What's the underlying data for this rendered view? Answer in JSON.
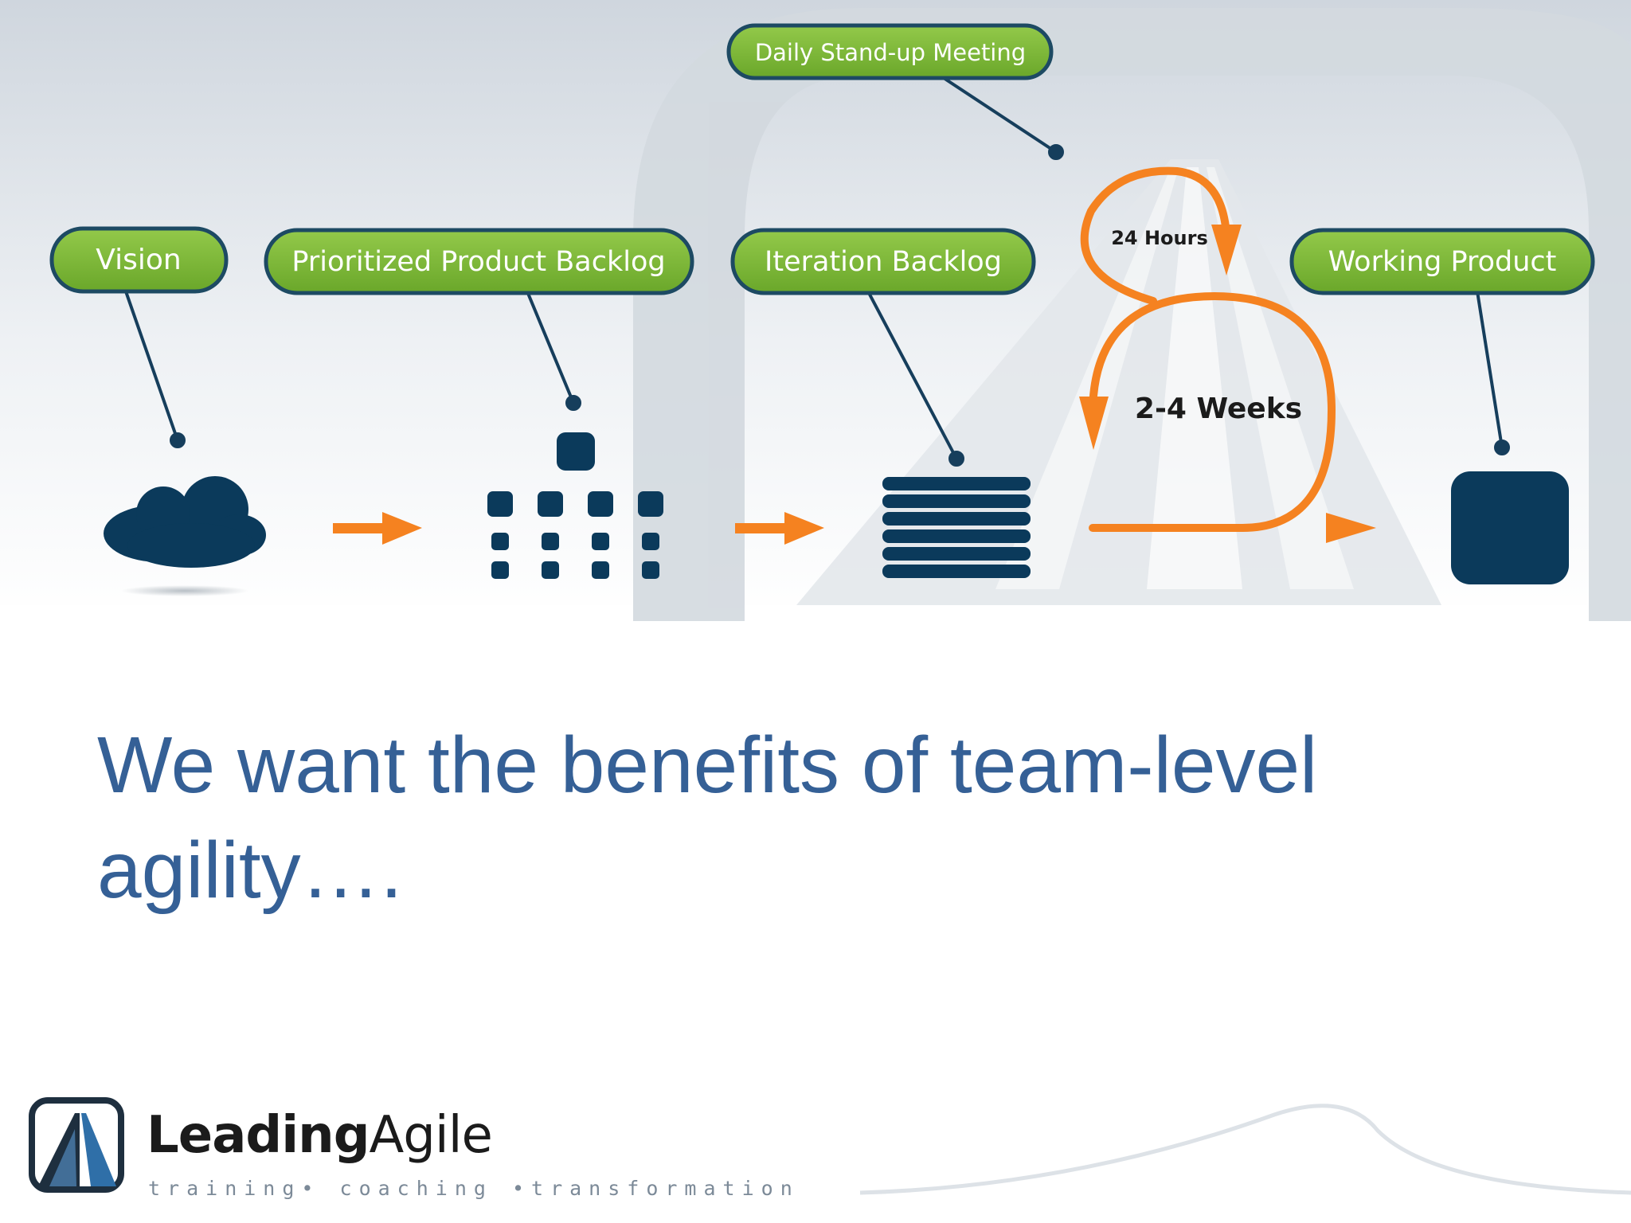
{
  "diagram": {
    "labels": {
      "vision": "Vision",
      "prioritized_backlog": "Prioritized Product Backlog",
      "iteration_backlog": "Iteration Backlog",
      "daily_standup": "Daily Stand-up Meeting",
      "working_product": "Working Product",
      "hours": "24 Hours",
      "weeks": "2-4 Weeks"
    },
    "colors": {
      "pill_green": "#7cb733",
      "pill_border": "#1d4a63",
      "navy": "#0b3a5b",
      "orange": "#f58220"
    },
    "icons": {
      "vision": "cloud-icon",
      "prioritized_backlog": "backlog-grid-icon",
      "iteration_backlog": "stacked-bars-icon",
      "working_product": "product-block-icon"
    }
  },
  "slide": {
    "headline": "We want the benefits of team-level agility…."
  },
  "logo": {
    "bold": "Leading",
    "regular": "Agile",
    "tagline": "training• coaching •transformation"
  }
}
